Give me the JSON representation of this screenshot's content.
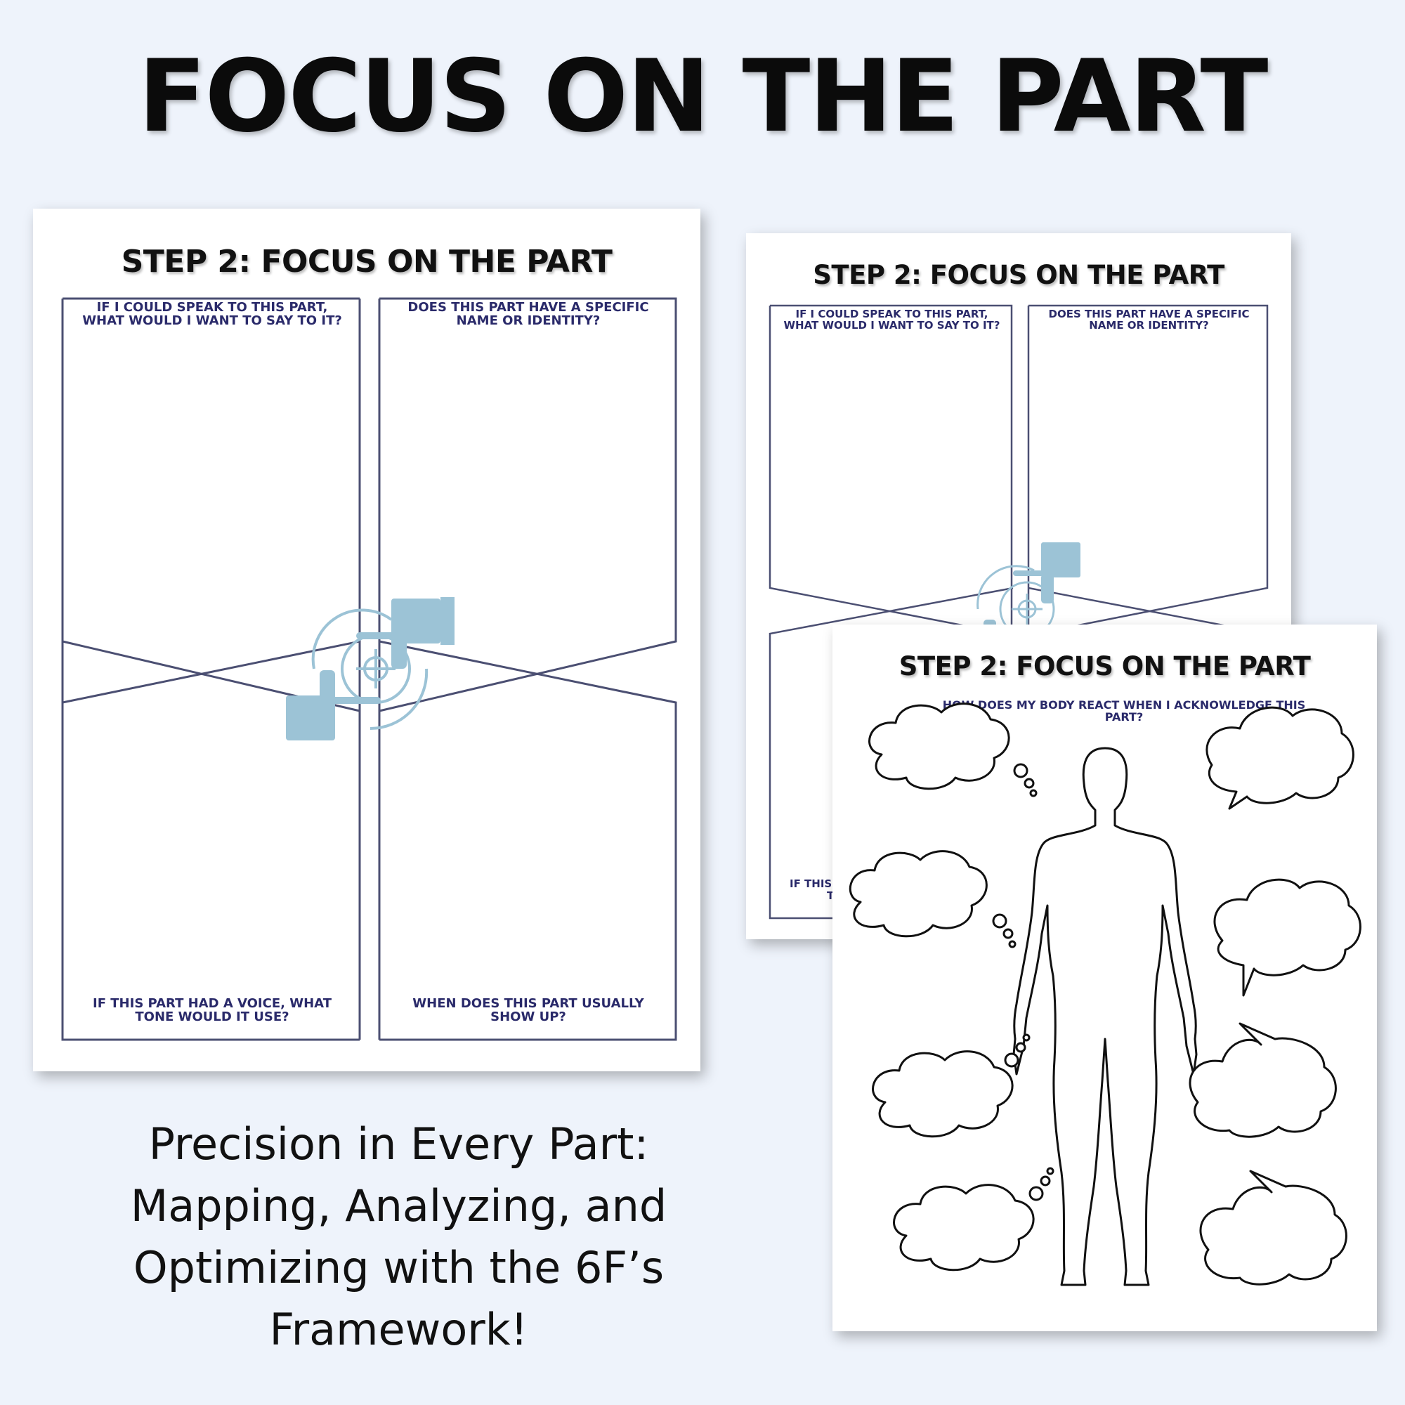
{
  "header": {
    "title": "FOCUS ON THE PART"
  },
  "worksheet_left": {
    "title": "STEP 2: FOCUS ON THE PART",
    "q_top_left": "IF I COULD SPEAK TO THIS PART, WHAT WOULD I WANT TO SAY TO IT?",
    "q_top_right": "DOES THIS PART HAVE A SPECIFIC NAME OR IDENTITY?",
    "q_bottom_left": "IF THIS PART HAD A VOICE, WHAT TONE WOULD IT USE?",
    "q_bottom_right": "WHEN DOES THIS PART USUALLY SHOW UP?"
  },
  "worksheet_back": {
    "title": "STEP 2: FOCUS ON THE PART",
    "q_top_left": "IF I COULD SPEAK TO THIS PART, WHAT WOULD I WANT TO SAY TO IT?",
    "q_top_right": "DOES THIS PART HAVE A SPECIFIC NAME OR IDENTITY?",
    "q_bottom_left_partial": "IF THIS",
    "q_bottom_left_partial2": "T"
  },
  "worksheet_body": {
    "title": "STEP 2: FOCUS ON THE PART",
    "question": "HOW DOES MY BODY REACT WHEN I ACKNOWLEDGE THIS PART?"
  },
  "tagline": {
    "line1": "Precision in Every Part:",
    "line2": "Mapping, Analyzing, and",
    "line3": "Optimizing with the 6F’s",
    "line4": "Framework!"
  },
  "colors": {
    "background": "#eef3fb",
    "box_border": "#4b4f72",
    "question_text": "#2a2a6a",
    "icon": "#9cc3d6"
  }
}
